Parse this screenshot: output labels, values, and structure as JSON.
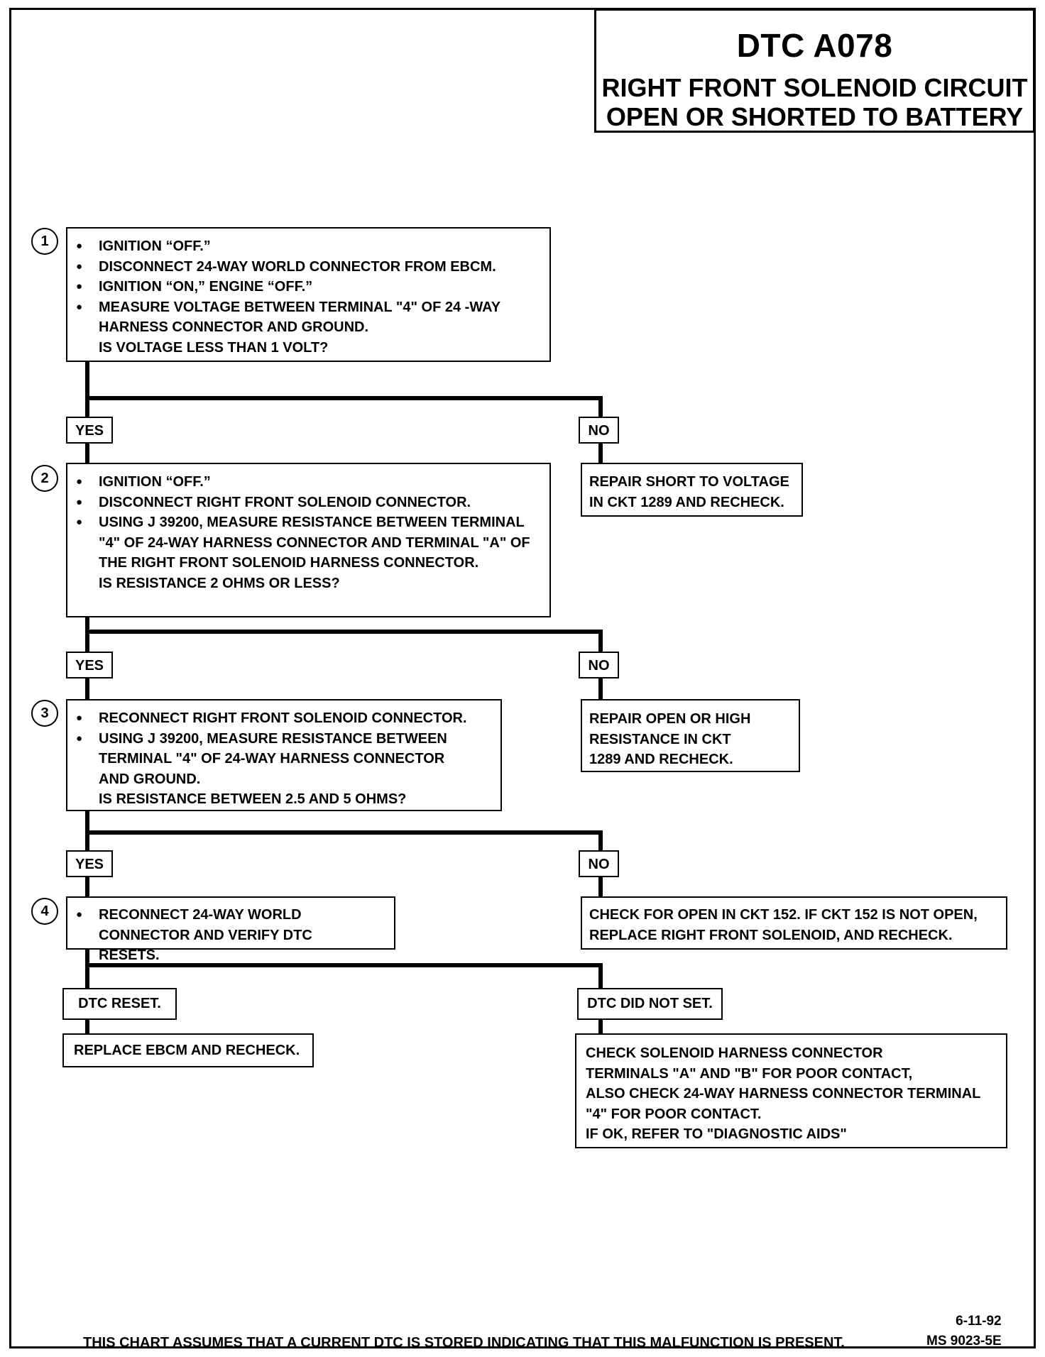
{
  "header": {
    "code": "DTC A078",
    "title_line1": "RIGHT FRONT SOLENOID CIRCUIT",
    "title_line2": "OPEN OR SHORTED TO BATTERY"
  },
  "steps": [
    {
      "number": "1",
      "bullets": [
        "IGNITION “OFF.”",
        "DISCONNECT 24-WAY WORLD CONNECTOR FROM EBCM.",
        "IGNITION “ON,” ENGINE “OFF.”",
        "MEASURE VOLTAGE BETWEEN TERMINAL \"4\" OF 24 -WAY HARNESS CONNECTOR AND GROUND."
      ],
      "question": "IS VOLTAGE LESS THAN 1 VOLT?"
    },
    {
      "number": "2",
      "bullets": [
        "IGNITION “OFF.”",
        "DISCONNECT RIGHT FRONT SOLENOID CONNECTOR.",
        "USING J 39200, MEASURE RESISTANCE BETWEEN TERMINAL \"4\" OF 24-WAY HARNESS CONNECTOR AND  TERMINAL \"A\" OF THE RIGHT FRONT SOLENOID HARNESS CONNECTOR."
      ],
      "question": "IS RESISTANCE 2 OHMS OR LESS?"
    },
    {
      "number": "3",
      "bullets": [
        "RECONNECT RIGHT FRONT SOLENOID CONNECTOR.",
        "USING J 39200, MEASURE RESISTANCE BETWEEN TERMINAL \"4\" OF 24-WAY HARNESS CONNECTOR AND GROUND."
      ],
      "question": "IS RESISTANCE BETWEEN 2.5 AND 5 OHMS?"
    },
    {
      "number": "4",
      "bullets": [
        "RECONNECT 24-WAY WORLD CONNECTOR  AND VERIFY DTC RESETS."
      ],
      "question": ""
    }
  ],
  "branches": {
    "yes": "YES",
    "no": "NO",
    "dtc_reset": "DTC RESET.",
    "dtc_did_not_set": "DTC DID NOT SET."
  },
  "results": {
    "step1_no": "REPAIR SHORT TO VOLTAGE IN CKT 1289 AND RECHECK.",
    "step2_no": "REPAIR OPEN OR HIGH RESISTANCE IN CKT 1289 AND RECHECK.",
    "step3_no": "CHECK FOR OPEN IN CKT 152.  IF CKT 152 IS NOT OPEN, REPLACE RIGHT FRONT SOLENOID, AND RECHECK.",
    "step4_reset": "REPLACE EBCM AND RECHECK.",
    "step4_not_set_lines": [
      "CHECK SOLENOID  HARNESS CONNECTOR",
      "TERMINALS \"A\" AND \"B\"  FOR POOR CONTACT,",
      "ALSO CHECK 24-WAY HARNESS CONNECTOR TERMINAL",
      "\"4\" FOR POOR CONTACT.",
      "IF OK, REFER TO \"DIAGNOSTIC AIDS\""
    ]
  },
  "footer": {
    "note": "THIS CHART ASSUMES THAT A CURRENT DTC IS STORED INDICATING THAT THIS MALFUNCTION IS PRESENT.",
    "date": "6-11-92",
    "ref": "MS 9023-5E"
  }
}
